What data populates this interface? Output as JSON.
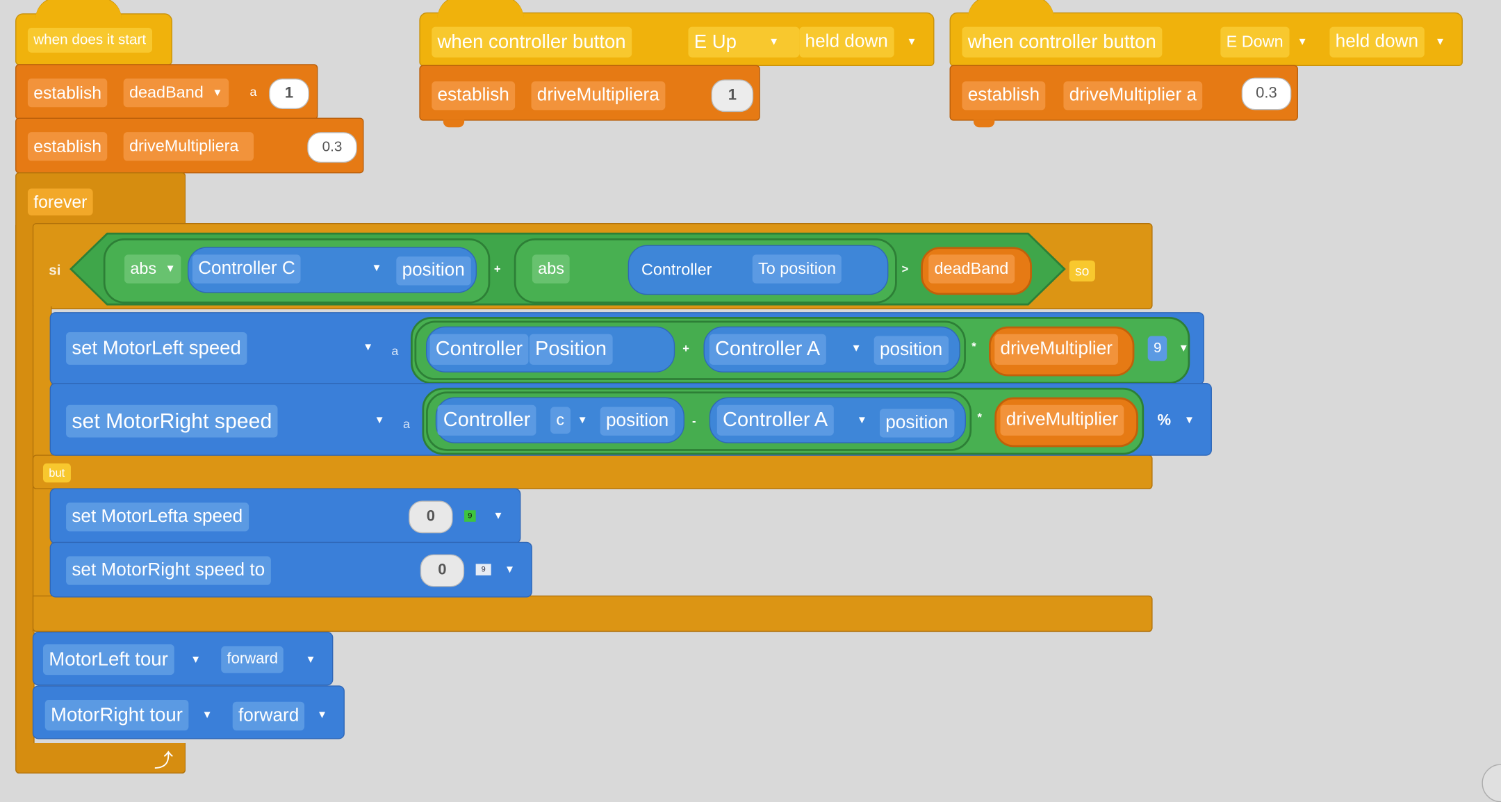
{
  "main_script": {
    "hat_label": "when does it start",
    "establish1": {
      "label": "establish",
      "var": "deadBand",
      "joiner": "a",
      "value": "1"
    },
    "establish2": {
      "label": "establish",
      "var": "driveMultipliera",
      "value": "0.3"
    },
    "forever_label": "forever",
    "if_block": {
      "if_label": "si",
      "then_label": "so",
      "else_label": "but",
      "cond": {
        "abs1": "abs",
        "ctrl1": "Controller C",
        "pos1": "position",
        "plus": "+",
        "abs2": "abs",
        "ctrl2": "Controller",
        "pos2": "To position",
        "gt": ">",
        "var": "deadBand"
      },
      "left_set": {
        "label": "set MotorLeft speed",
        "joiner": "a",
        "ctrl1": "Controller",
        "pos1": "Position",
        "plus": "+",
        "ctrl2": "Controller A",
        "pos2": "position",
        "times": "*",
        "var": "driveMultiplier",
        "unit": "9"
      },
      "right_set": {
        "label": "set MotorRight speed",
        "joiner": "a",
        "ctrl1": "Controller",
        "axis1": "c",
        "pos1": "position",
        "minus": "-",
        "ctrl2": "Controller A",
        "pos2": "position",
        "times": "*",
        "var": "driveMultiplier",
        "unit": "%"
      },
      "else_left": {
        "label": "set MotorLefta speed",
        "value": "0",
        "unit": "9"
      },
      "else_right": {
        "label": "set MotorRight speed to",
        "value": "0",
        "unit": "9"
      }
    },
    "tour_left": {
      "label": "MotorLeft tour",
      "dir": "forward"
    },
    "tour_right": {
      "label": "MotorRight tour",
      "dir": "forward"
    }
  },
  "script_up": {
    "hat_label": "when controller button",
    "button": "E Up",
    "action": "held down",
    "set_label": "establish",
    "var": "driveMultipliera",
    "value": "1"
  },
  "script_down": {
    "hat_label": "when controller button",
    "button": "E Down",
    "action": "held down",
    "set_label": "establish",
    "var": "driveMultiplier a",
    "value": "0.3"
  },
  "colors": {
    "events": "#f0b20c",
    "variables": "#e67a14",
    "control": "#d68d10",
    "operators": "#3fa64a",
    "motion": "#3a7fd9",
    "sensing": "#5b9ae3"
  },
  "icons": {
    "dropdown": "chevron-down-icon",
    "loop_arrow": "loop-arrow-icon"
  }
}
